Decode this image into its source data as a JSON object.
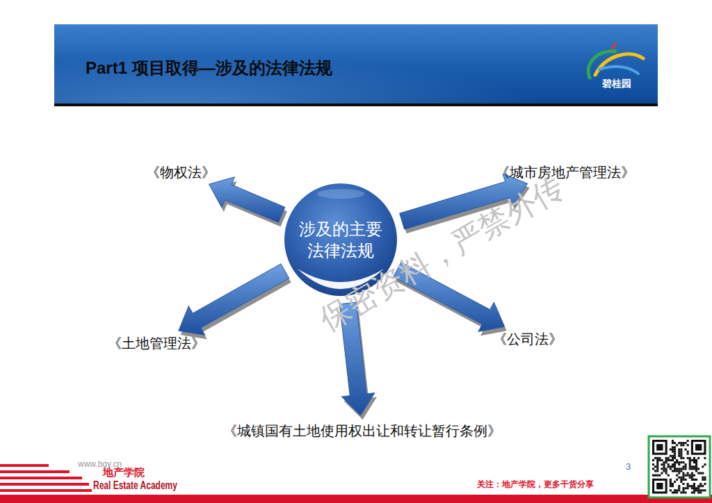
{
  "diagram": {
    "title": "Part1 项目取得—涉及的法律法规",
    "nodes": [
      {
        "text": [
          "涉及的主要法律法规"
        ]
      },
      {
        "text": [
          "《物权法》"
        ]
      },
      {
        "text": [
          "《城市房地产管理法》"
        ]
      },
      {
        "text": [
          "《土地管理法》"
        ]
      },
      {
        "text": [
          "《公司法》"
        ]
      },
      {
        "text": [
          "《城镇国有土地使用权出让和转让暂行条例》"
        ]
      }
    ],
    "edges": [
      {
        "from": 0,
        "to": 1,
        "arrow": "to"
      },
      {
        "from": 0,
        "to": 2,
        "arrow": "to"
      },
      {
        "from": 0,
        "to": 3,
        "arrow": "to"
      },
      {
        "from": 0,
        "to": 4,
        "arrow": "to"
      },
      {
        "from": 0,
        "to": 5,
        "arrow": "to"
      }
    ],
    "labels": [
      "保密资料，严禁外传",
      "碧桂园",
      "www.bgy.cn",
      "3",
      "地产学院",
      "Real Estate Academy",
      "关注：地产学院，更多干货分享"
    ]
  }
}
